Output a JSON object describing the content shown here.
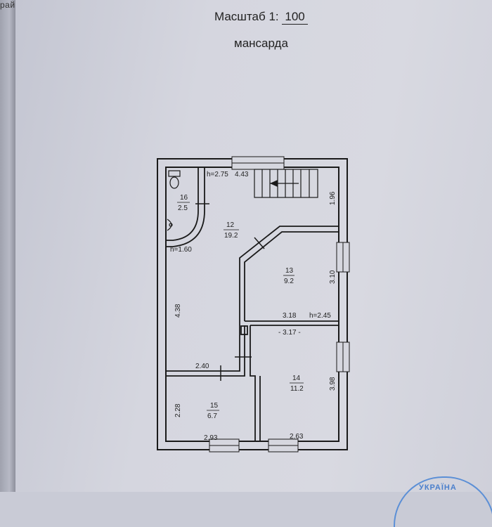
{
  "header": {
    "left_fragment": "район",
    "scale_label": "Масштаб 1:",
    "scale_value": "100",
    "floor_title": "мансарда"
  },
  "rooms": [
    {
      "number": "16",
      "area": "2.5"
    },
    {
      "number": "12",
      "area": "19.2"
    },
    {
      "number": "13",
      "area": "9.2"
    },
    {
      "number": "14",
      "area": "11.2"
    },
    {
      "number": "15",
      "area": "6.7"
    }
  ],
  "dimensions": {
    "top_height": "h=2.75",
    "top_width": "4.43",
    "right_top": "1.96",
    "left_height": "h=1.60",
    "left_length": "4.38",
    "room13_height_dim": "3.10",
    "room13_width": "3.18",
    "room13_h": "h=2.45",
    "mid_width": "- 3.17 -",
    "corridor_width": "2.40",
    "room14_height_dim": "3.98",
    "room15_height_dim": "2.28",
    "room15_width": "2.93",
    "room14_width": "2.63"
  },
  "stamp": {
    "text": "УКРАЇНА"
  },
  "colors": {
    "wall": "#1a1a1a",
    "paper": "#d6d7df",
    "stamp": "#4a7fcc"
  }
}
